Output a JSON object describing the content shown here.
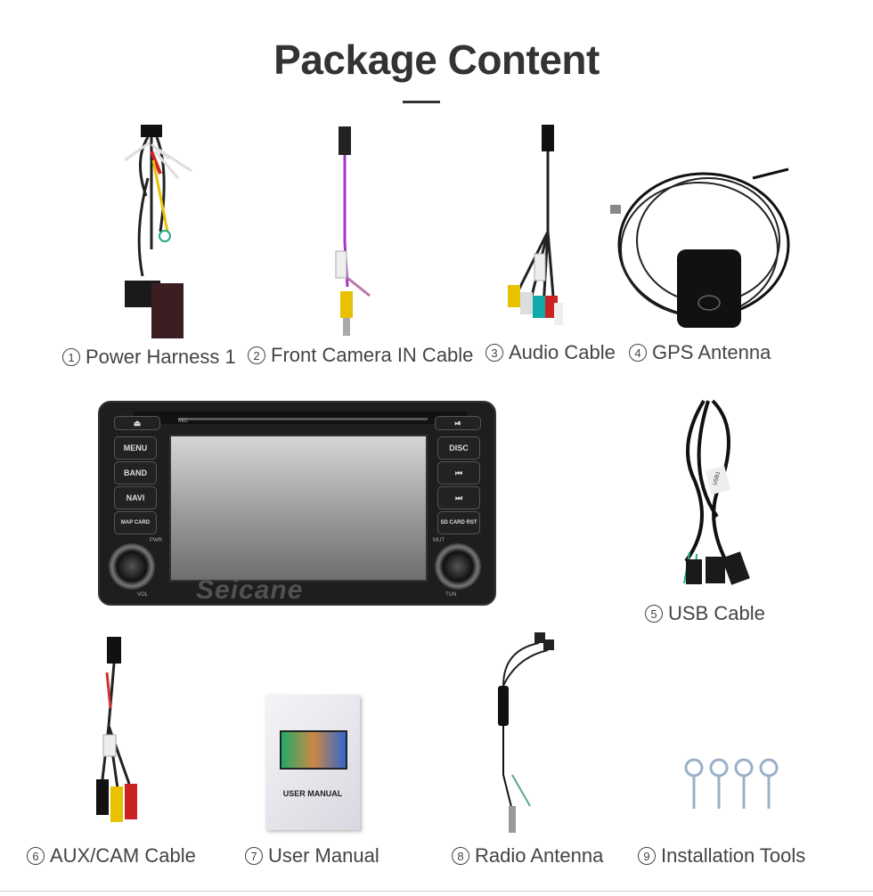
{
  "title": "Package Content",
  "items": [
    {
      "num": "1",
      "label": "Power Harness 1"
    },
    {
      "num": "2",
      "label": "Front Camera IN Cable"
    },
    {
      "num": "3",
      "label": "Audio Cable"
    },
    {
      "num": "4",
      "label": "GPS Antenna"
    },
    {
      "num": "5",
      "label": "USB Cable"
    },
    {
      "num": "6",
      "label": "AUX/CAM Cable"
    },
    {
      "num": "7",
      "label": "User Manual"
    },
    {
      "num": "8",
      "label": "Radio Antenna"
    },
    {
      "num": "9",
      "label": "Installation Tools"
    }
  ],
  "stereo": {
    "brand": "Seicane",
    "mic": "MIC",
    "buttons_left": [
      "MENU",
      "BAND",
      "NAVI",
      "MAP CARD"
    ],
    "buttons_right": [
      "DISC",
      "⏮",
      "⏭",
      "SD CARD RST"
    ],
    "pwr": "PWR",
    "vol": "VOL",
    "mut": "MUT",
    "tun": "TUN"
  },
  "manual_text": "USER MANUAL",
  "usb_tag": "USB1"
}
